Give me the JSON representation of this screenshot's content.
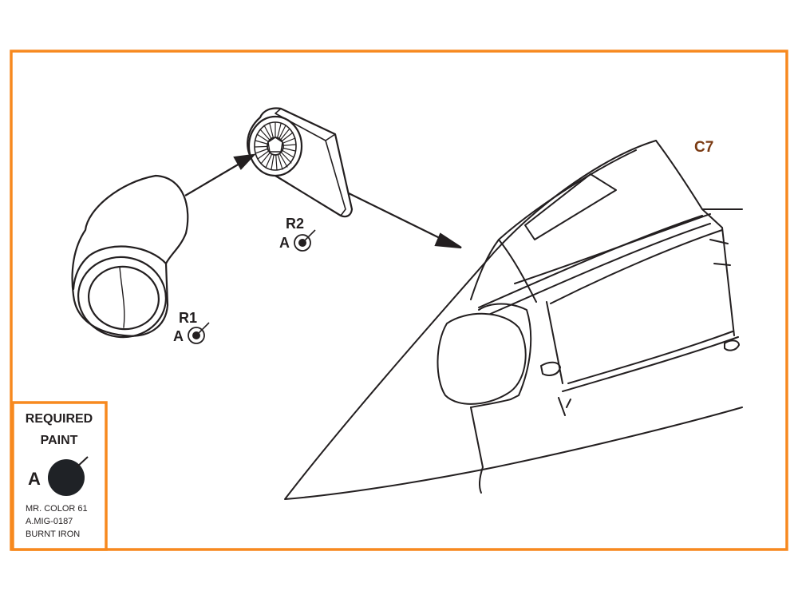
{
  "step_label": "C7",
  "colors": {
    "frame": "#f7891f",
    "line": "#231f20",
    "step_label": "#7a3a12",
    "paint_a": "#1f2226"
  },
  "parts": [
    {
      "part": "R1",
      "paint_code": "A"
    },
    {
      "part": "R2",
      "paint_code": "A"
    }
  ],
  "paint_legend": {
    "title_line1": "REQUIRED",
    "title_line2": "PAINT",
    "code": "A",
    "line1": "MR. COLOR 61",
    "line2": "A.MIG-0187",
    "line3": "BURNT IRON"
  }
}
